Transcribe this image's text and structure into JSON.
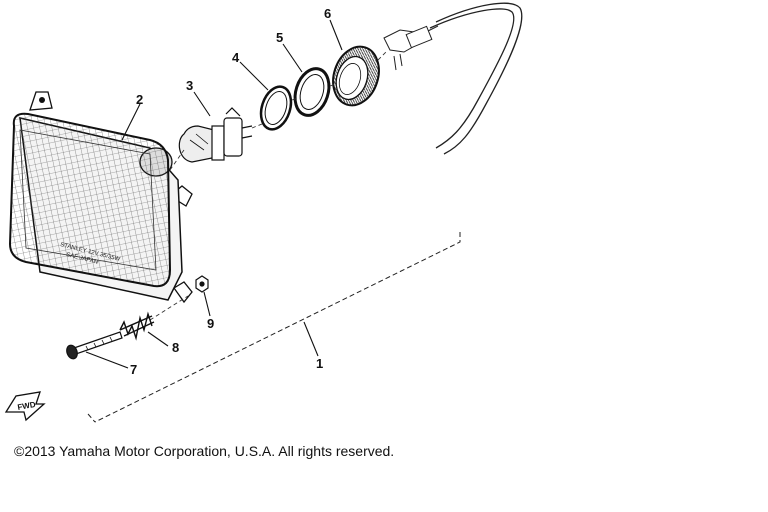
{
  "diagram": {
    "parts": [
      {
        "id": "frame",
        "number": "1",
        "name": "headlight-frame-bracket"
      },
      {
        "id": "unit",
        "number": "2",
        "name": "headlight-unit"
      },
      {
        "id": "bulb",
        "number": "3",
        "name": "bulb"
      },
      {
        "id": "ring-a",
        "number": "4",
        "name": "retaining-ring"
      },
      {
        "id": "ring-b",
        "number": "5",
        "name": "gasket-ring"
      },
      {
        "id": "socket",
        "number": "6",
        "name": "socket-cover"
      },
      {
        "id": "screw",
        "number": "7",
        "name": "adjusting-screw"
      },
      {
        "id": "spring",
        "number": "8",
        "name": "spring"
      },
      {
        "id": "nut",
        "number": "9",
        "name": "nut"
      }
    ],
    "fwd_label": "FWD"
  },
  "copyright": "©2013 Yamaha Motor Corporation, U.S.A. All rights reserved."
}
